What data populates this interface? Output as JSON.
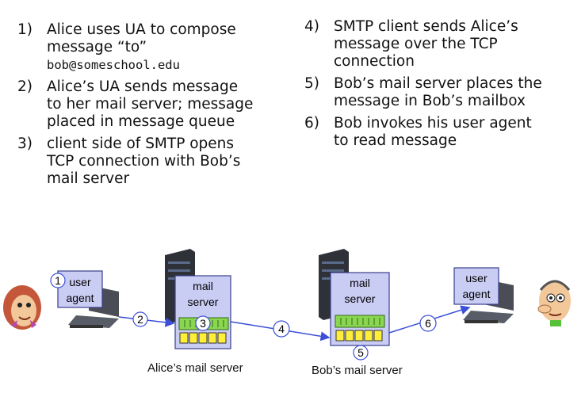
{
  "steps_left": [
    {
      "num": "1)",
      "lines": [
        "Alice uses UA to compose",
        "message “to”"
      ],
      "email": "bob@someschool.edu"
    },
    {
      "num": "2)",
      "lines": [
        "Alice’s UA sends message",
        "to her mail server; message",
        "placed in message queue"
      ]
    },
    {
      "num": "3)",
      "lines": [
        "client side of SMTP opens",
        "TCP connection with Bob’s",
        "mail server"
      ]
    }
  ],
  "steps_right": [
    {
      "num": "4)",
      "lines": [
        "SMTP client sends Alice’s",
        "message over the TCP",
        "connection"
      ]
    },
    {
      "num": "5)",
      "lines": [
        "Bob’s mail server places the",
        "message in Bob’s mailbox"
      ]
    },
    {
      "num": "6)",
      "lines": [
        "Bob invokes his user agent",
        "to read message"
      ]
    }
  ],
  "diagram": {
    "alice_ua": {
      "line1": "user",
      "line2": "agent"
    },
    "alice_server": {
      "line1": "mail",
      "line2": "server"
    },
    "bob_server": {
      "line1": "mail",
      "line2": "server"
    },
    "bob_ua": {
      "line1": "user",
      "line2": "agent"
    },
    "alice_server_caption": "Alice’s mail server",
    "bob_server_caption": "Bob’s mail server",
    "step_markers": [
      "1",
      "2",
      "3",
      "4",
      "5",
      "6"
    ]
  },
  "colors": {
    "arrow": "#3b4fd8",
    "box_fill": "#c9ccf3",
    "box_stroke": "#3a3f8c",
    "queue_green": "#8bd650",
    "mailbox_yellow": "#ffef3a",
    "server_dark": "#2e3138"
  }
}
